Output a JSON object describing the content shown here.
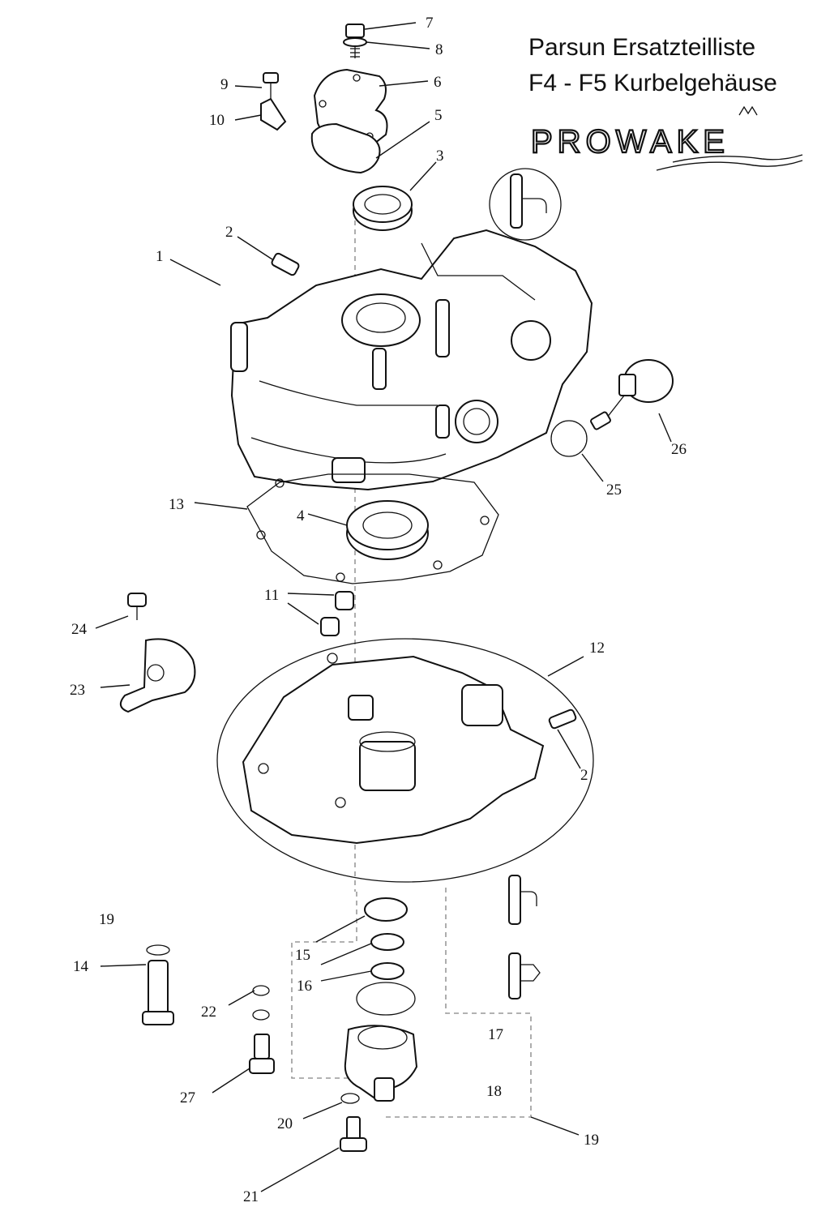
{
  "header": {
    "title_line1": "Parsun Ersatzteilliste",
    "title_line2": "F4 - F5 Kurbelgehäuse",
    "logo_text": "PROWAKE"
  },
  "callouts": [
    {
      "id": "c7",
      "label": "7"
    },
    {
      "id": "c8",
      "label": "8"
    },
    {
      "id": "c6",
      "label": "6"
    },
    {
      "id": "c9",
      "label": "9"
    },
    {
      "id": "c10",
      "label": "10"
    },
    {
      "id": "c5",
      "label": "5"
    },
    {
      "id": "c3",
      "label": "3"
    },
    {
      "id": "c2a",
      "label": "2"
    },
    {
      "id": "c1",
      "label": "1"
    },
    {
      "id": "c26",
      "label": "26"
    },
    {
      "id": "c25",
      "label": "25"
    },
    {
      "id": "c13",
      "label": "13"
    },
    {
      "id": "c4",
      "label": "4"
    },
    {
      "id": "c11",
      "label": "11"
    },
    {
      "id": "c24",
      "label": "24"
    },
    {
      "id": "c12",
      "label": "12"
    },
    {
      "id": "c23",
      "label": "23"
    },
    {
      "id": "c2b",
      "label": "2"
    },
    {
      "id": "c19a",
      "label": "19"
    },
    {
      "id": "c14",
      "label": "14"
    },
    {
      "id": "c15",
      "label": "15"
    },
    {
      "id": "c16",
      "label": "16"
    },
    {
      "id": "c22",
      "label": "22"
    },
    {
      "id": "c17",
      "label": "17"
    },
    {
      "id": "c27",
      "label": "27"
    },
    {
      "id": "c18",
      "label": "18"
    },
    {
      "id": "c20",
      "label": "20"
    },
    {
      "id": "c19b",
      "label": "19"
    },
    {
      "id": "c21",
      "label": "21"
    }
  ]
}
